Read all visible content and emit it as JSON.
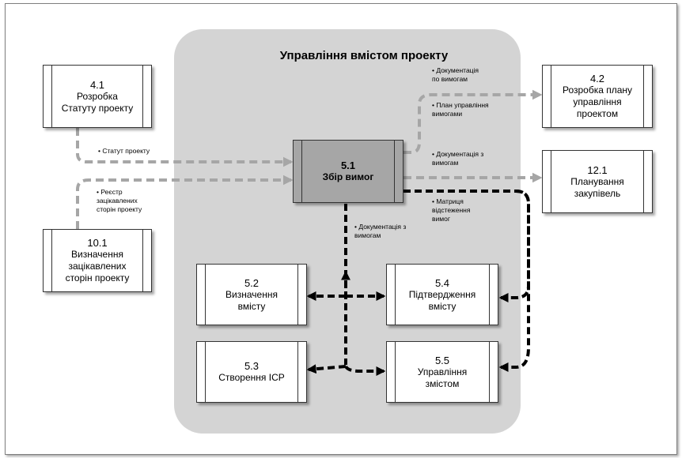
{
  "diagram": {
    "panel_title": "Управління вмістом проекту",
    "processes": {
      "p41": {
        "num": "4.1",
        "label": "Розробка\nСтатуту проекту"
      },
      "p101": {
        "num": "10.1",
        "label": "Визначення\nзацікавлених\nсторін проекту"
      },
      "p51": {
        "num": "5.1",
        "label": "Збір вимог"
      },
      "p42": {
        "num": "4.2",
        "label": "Розробка плану\nуправління\nпроектом"
      },
      "p121": {
        "num": "12.1",
        "label": "Планування\nзакупівель"
      },
      "p52": {
        "num": "5.2",
        "label": "Визначення\nвмісту"
      },
      "p53": {
        "num": "5.3",
        "label": "Створення ІСР"
      },
      "p54": {
        "num": "5.4",
        "label": "Підтвердження\nвмісту"
      },
      "p55": {
        "num": "5.5",
        "label": "Управління\nзмістом"
      }
    },
    "notes": {
      "charter": "• Статут проекту",
      "register": "• Реєстр\nзацікавлених\nсторін проекту",
      "req_doc_1": "• Документація\nпо вимогам",
      "req_plan": "• План управління\nвимогами",
      "req_doc_2": "• Документація з\nвимогам",
      "matrix": "• Матриця\nвідстеження\nвимог",
      "req_doc_3": "• Документація з\nвимогам"
    },
    "colors": {
      "panel": "#d4d4d4",
      "main_process": "#a6a6a6",
      "input_arrow": "#a6a6a6",
      "internal_arrow": "#000000"
    }
  }
}
